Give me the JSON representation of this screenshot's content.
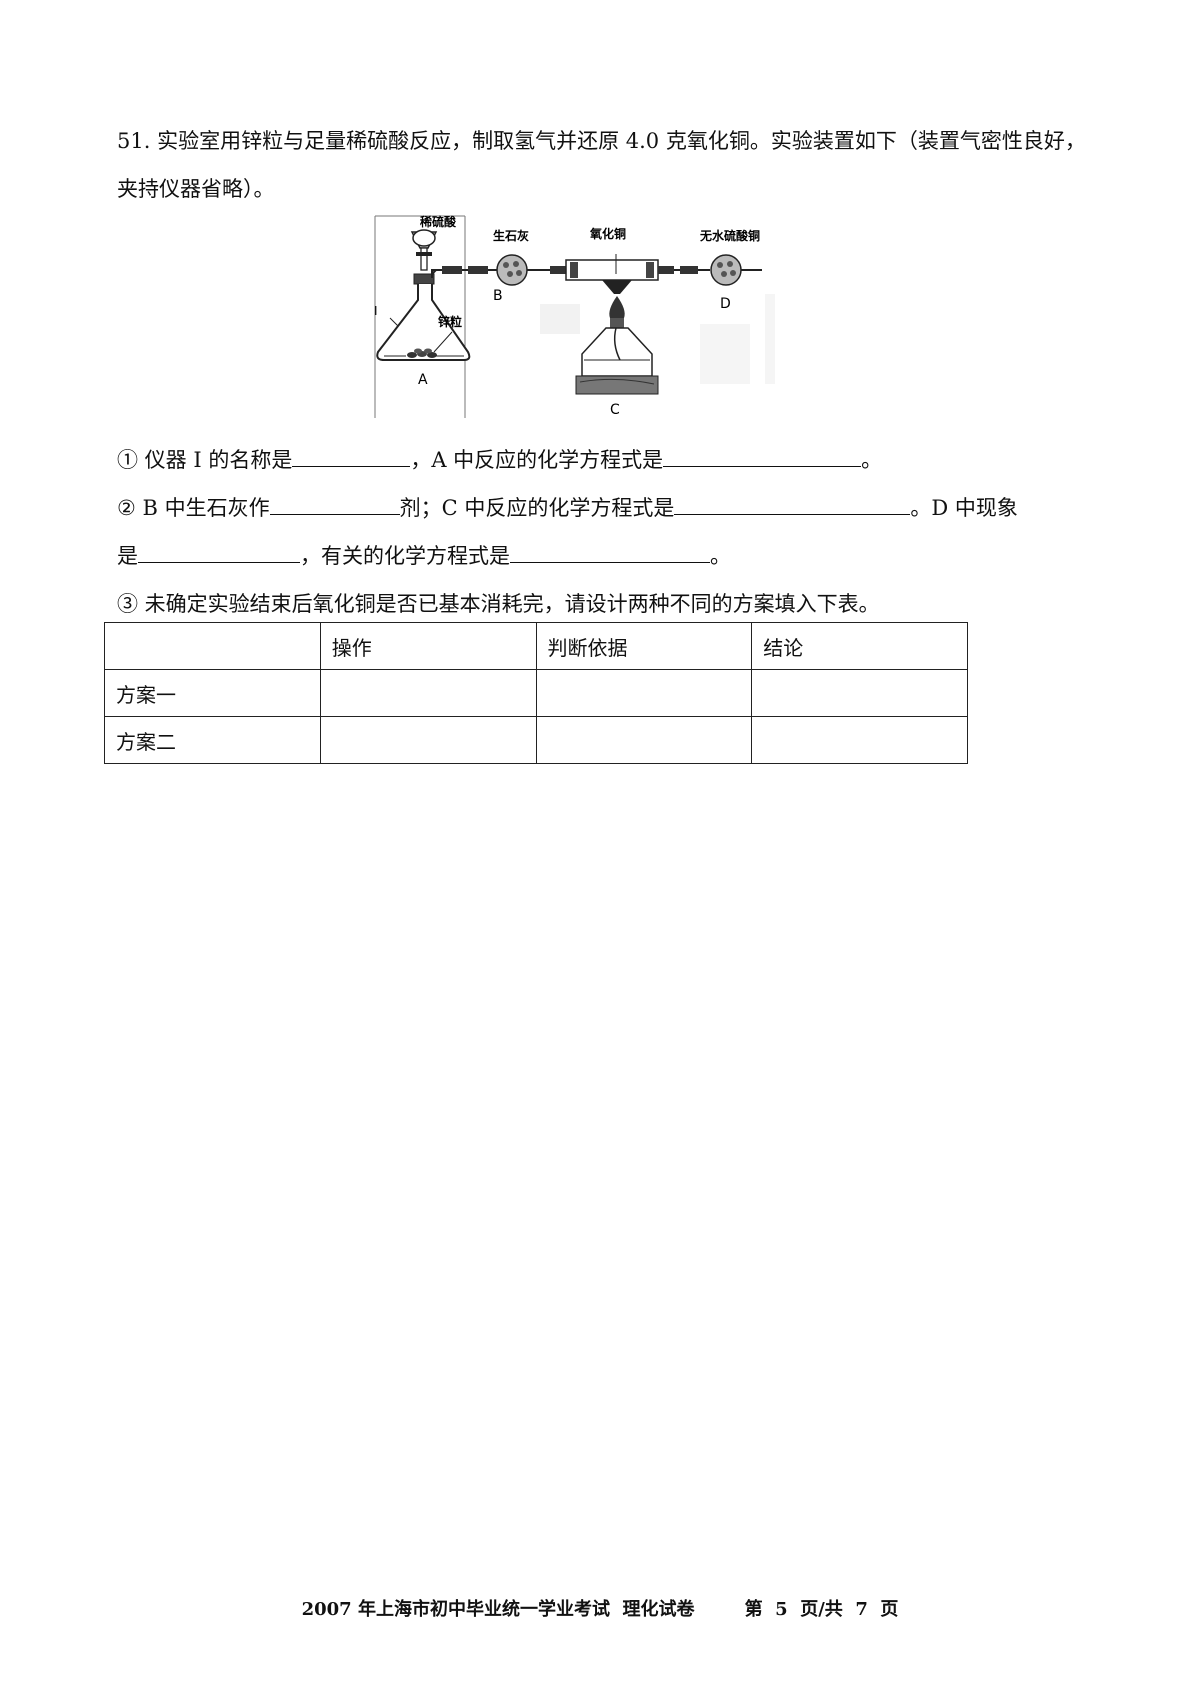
{
  "question": {
    "line1": "51. 实验室用锌粒与足量稀硫酸反应，制取氢气并还原 4.0 克氧化铜。实验装置如下（装置气密性良好，",
    "line2": "夹持仪器省略）。"
  },
  "figure": {
    "labels": {
      "dilute_acid": "稀硫酸",
      "quicklime": "生石灰",
      "copper_oxide": "氧化铜",
      "anhydrous_cuso4": "无水硫酸铜",
      "zinc": "锌粒",
      "instrument": "I",
      "A": "A",
      "B": "B",
      "C": "C",
      "D": "D"
    }
  },
  "sub1": {
    "part1": "① 仪器 I 的名称是",
    "part2": "，A 中反应的化学方程式是",
    "part3": "。"
  },
  "sub2": {
    "part1": "② B  中生石灰作",
    "part2": "剂；C  中反应的化学方程式是",
    "part3": "。D  中现象",
    "line2_part1": "是",
    "line2_part2": "，有关的化学方程式是",
    "line2_part3": "。"
  },
  "sub3": {
    "text": "③ 未确定实验结束后氧化铜是否已基本消耗完，请设计两种不同的方案填入下表。"
  },
  "table": {
    "headers": [
      "",
      "操作",
      "判断依据",
      "结论"
    ],
    "rows": [
      [
        "方案一",
        "",
        "",
        ""
      ],
      [
        "方案二",
        "",
        "",
        ""
      ]
    ]
  },
  "footer": {
    "title": "2007 年上海市初中毕业统一学业考试  理化试卷",
    "page": "第  5  页/共  7  页"
  }
}
